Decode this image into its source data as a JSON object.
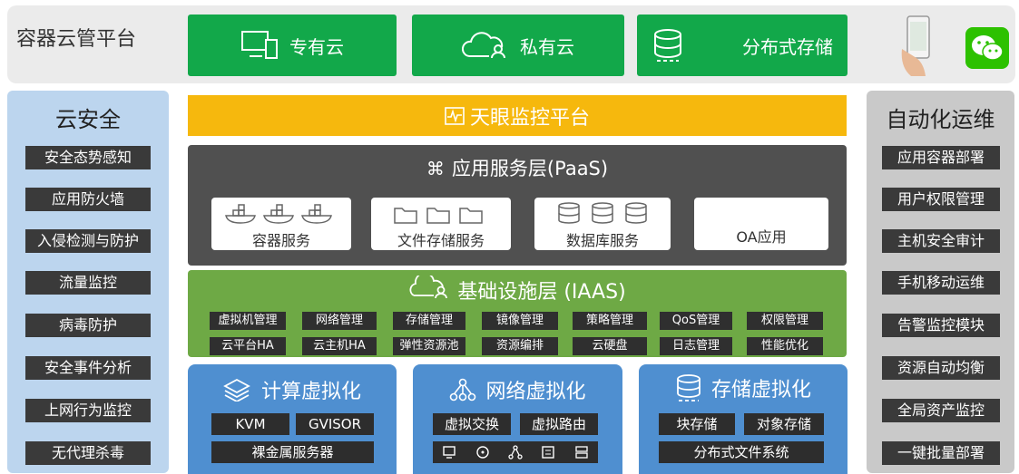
{
  "top": {
    "title": "容器云管平台",
    "boxes": [
      {
        "label": "专有云",
        "icon": "monitor-phone-icon"
      },
      {
        "label": "私有云",
        "icon": "cloud-user-icon"
      },
      {
        "label": "分布式存储",
        "icon": "database-icon"
      }
    ]
  },
  "left": {
    "title": "云安全",
    "items": [
      "安全态势感知",
      "应用防火墙",
      "入侵检测与防护",
      "流量监控",
      "病毒防护",
      "安全事件分析",
      "上网行为监控",
      "无代理杀毒"
    ]
  },
  "right": {
    "title": "自动化运维",
    "items": [
      "应用容器部署",
      "用户权限管理",
      "主机安全审计",
      "手机移动运维",
      "告警监控模块",
      "资源自动均衡",
      "全局资产监控",
      "一键批量部署"
    ]
  },
  "monitor": {
    "label": "天眼监控平台"
  },
  "paas": {
    "title": "应用服务层(PaaS)",
    "cards": [
      "容器服务",
      "文件存储服务",
      "数据库服务",
      "OA应用"
    ]
  },
  "iaas": {
    "title": "基础设施层 (IAAS)",
    "row1": [
      "虚拟机管理",
      "网络管理",
      "存储管理",
      "镜像管理",
      "策略管理",
      "QoS管理",
      "权限管理"
    ],
    "row2": [
      "云平台HA",
      "云主机HA",
      "弹性资源池",
      "资源编排",
      "云硬盘",
      "日志管理",
      "性能优化"
    ]
  },
  "virt": {
    "compute": {
      "title": "计算虚拟化",
      "tags": [
        "KVM",
        "GVISOR",
        "裸金属服务器"
      ]
    },
    "network": {
      "title": "网络虚拟化",
      "tags": [
        "虚拟交换",
        "虚拟路由"
      ]
    },
    "storage": {
      "title": "存储虚拟化",
      "tags": [
        "块存储",
        "对象存储",
        "分布式文件系统"
      ]
    }
  },
  "colors": {
    "green": "#12a84a",
    "orange": "#f6b80d",
    "paas_gray": "#505050",
    "iaas_green": "#6ea945",
    "blue": "#4f8fd0",
    "left_bg": "#bcd5ee",
    "right_bg": "#c9c9c9"
  }
}
